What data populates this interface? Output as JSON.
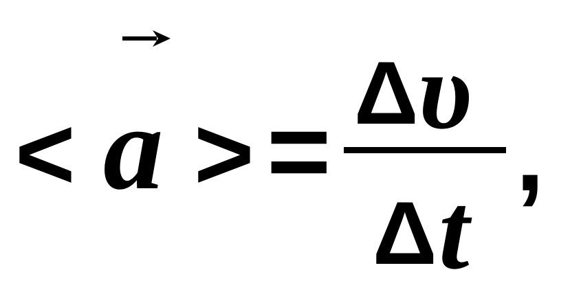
{
  "formula": {
    "open_bracket": "<",
    "vector_symbol": "a",
    "close_bracket": ">",
    "equals": "=",
    "numerator": {
      "delta": "Δ",
      "variable": "υ"
    },
    "denominator": {
      "delta": "Δ",
      "variable": "t"
    },
    "trailing_punctuation": ","
  },
  "colors": {
    "ink": "#000000",
    "background": "#ffffff"
  },
  "icons": {
    "vector_arrow": "right-arrow-icon"
  }
}
